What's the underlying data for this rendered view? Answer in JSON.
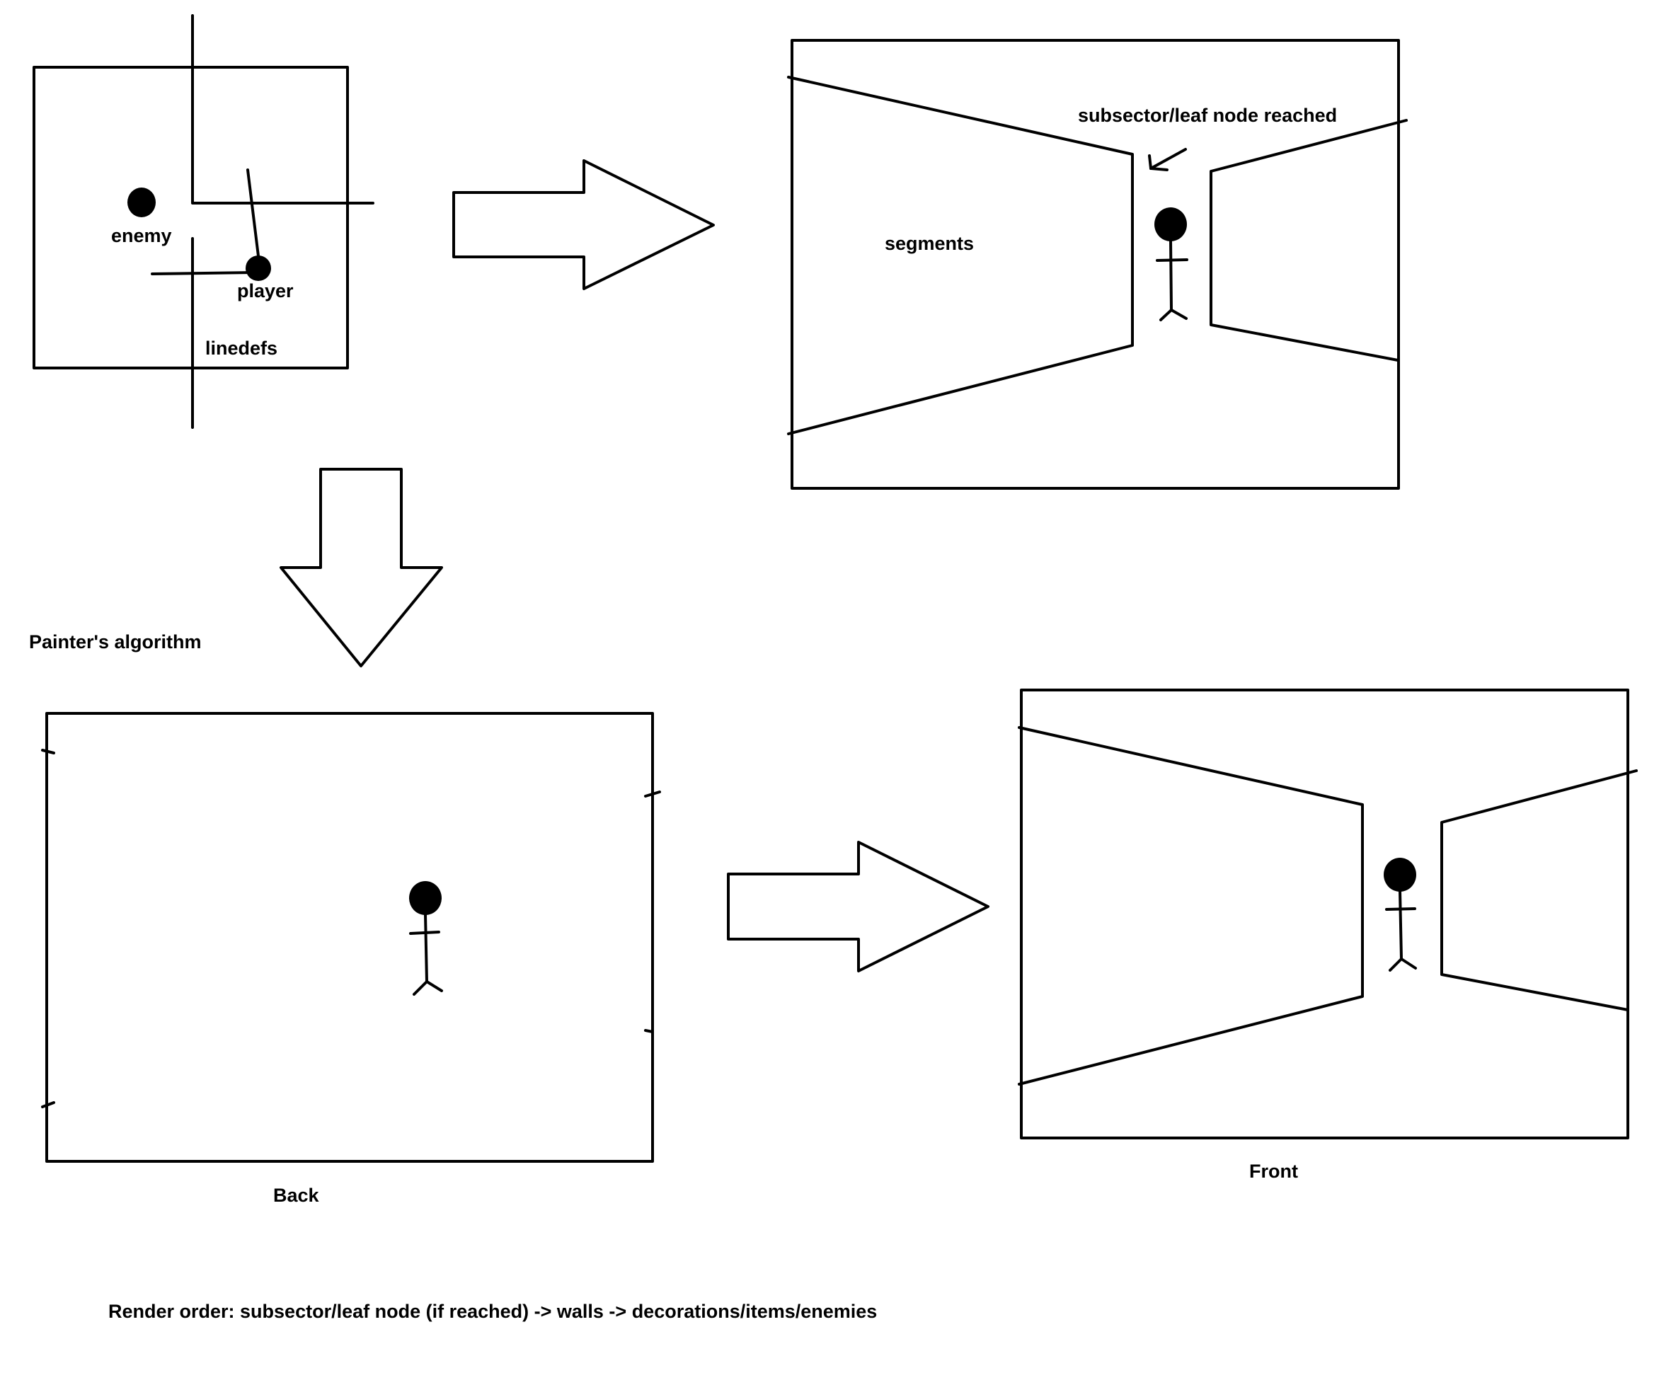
{
  "labels": {
    "enemy": "enemy",
    "player": "player",
    "linedefs": "linedefs",
    "segments": "segments",
    "subsector_reached": "subsector/leaf node reached",
    "painters_algorithm": "Painter's algorithm",
    "back": "Back",
    "front": "Front",
    "render_order": "Render order: subsector/leaf node (if reached) -> walls -> decorations/items/enemies"
  },
  "colors": {
    "ink": "#000000",
    "background": "#ffffff"
  }
}
